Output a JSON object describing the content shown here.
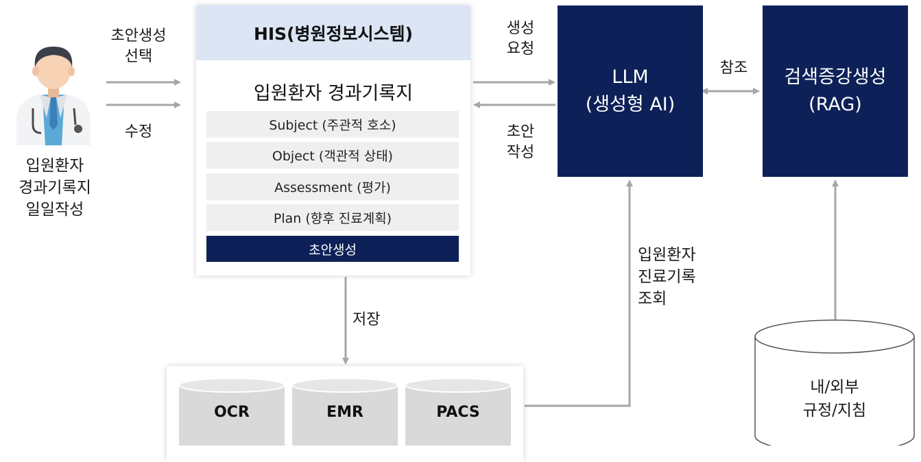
{
  "doctor": {
    "icon": "doctor-icon",
    "caption_lines": [
      "입원환자",
      "경과기록지",
      "일일작성"
    ]
  },
  "left_arrows": {
    "draft_select_lines": [
      "초안생성",
      "선택"
    ],
    "edit_label": "수정"
  },
  "his": {
    "title": "HIS(병원정보시스템)",
    "subtitle": "입원환자 경과기록지",
    "soap": {
      "subject": "Subject (주관적 호소)",
      "object": "Object (객관적 상태)",
      "assessment": "Assessment (평가)",
      "plan": "Plan  (향후 진료계획)"
    },
    "draft_button": "초안생성"
  },
  "flows": {
    "generation_request_lines": [
      "생성",
      "요청"
    ],
    "draft_write_lines": [
      "초안",
      "작성"
    ],
    "store": "저장",
    "record_lookup_lines": [
      "입원환자",
      "진료기록",
      "조회"
    ],
    "reference": "참조"
  },
  "llm": {
    "line1": "LLM",
    "line2": "(생성형 AI)"
  },
  "rag": {
    "line1": "검색증강생성",
    "line2": "(RAG)"
  },
  "databases": [
    "OCR",
    "EMR",
    "PACS"
  ],
  "guidelines": {
    "line1": "내/외부",
    "line2": "규정/지침"
  },
  "colors": {
    "navy": "#0d2158",
    "header_blue": "#dbe5f4",
    "row_gray": "#efefef",
    "arrow_gray": "#a6a6a6",
    "db_gray": "#d9d9d9"
  }
}
